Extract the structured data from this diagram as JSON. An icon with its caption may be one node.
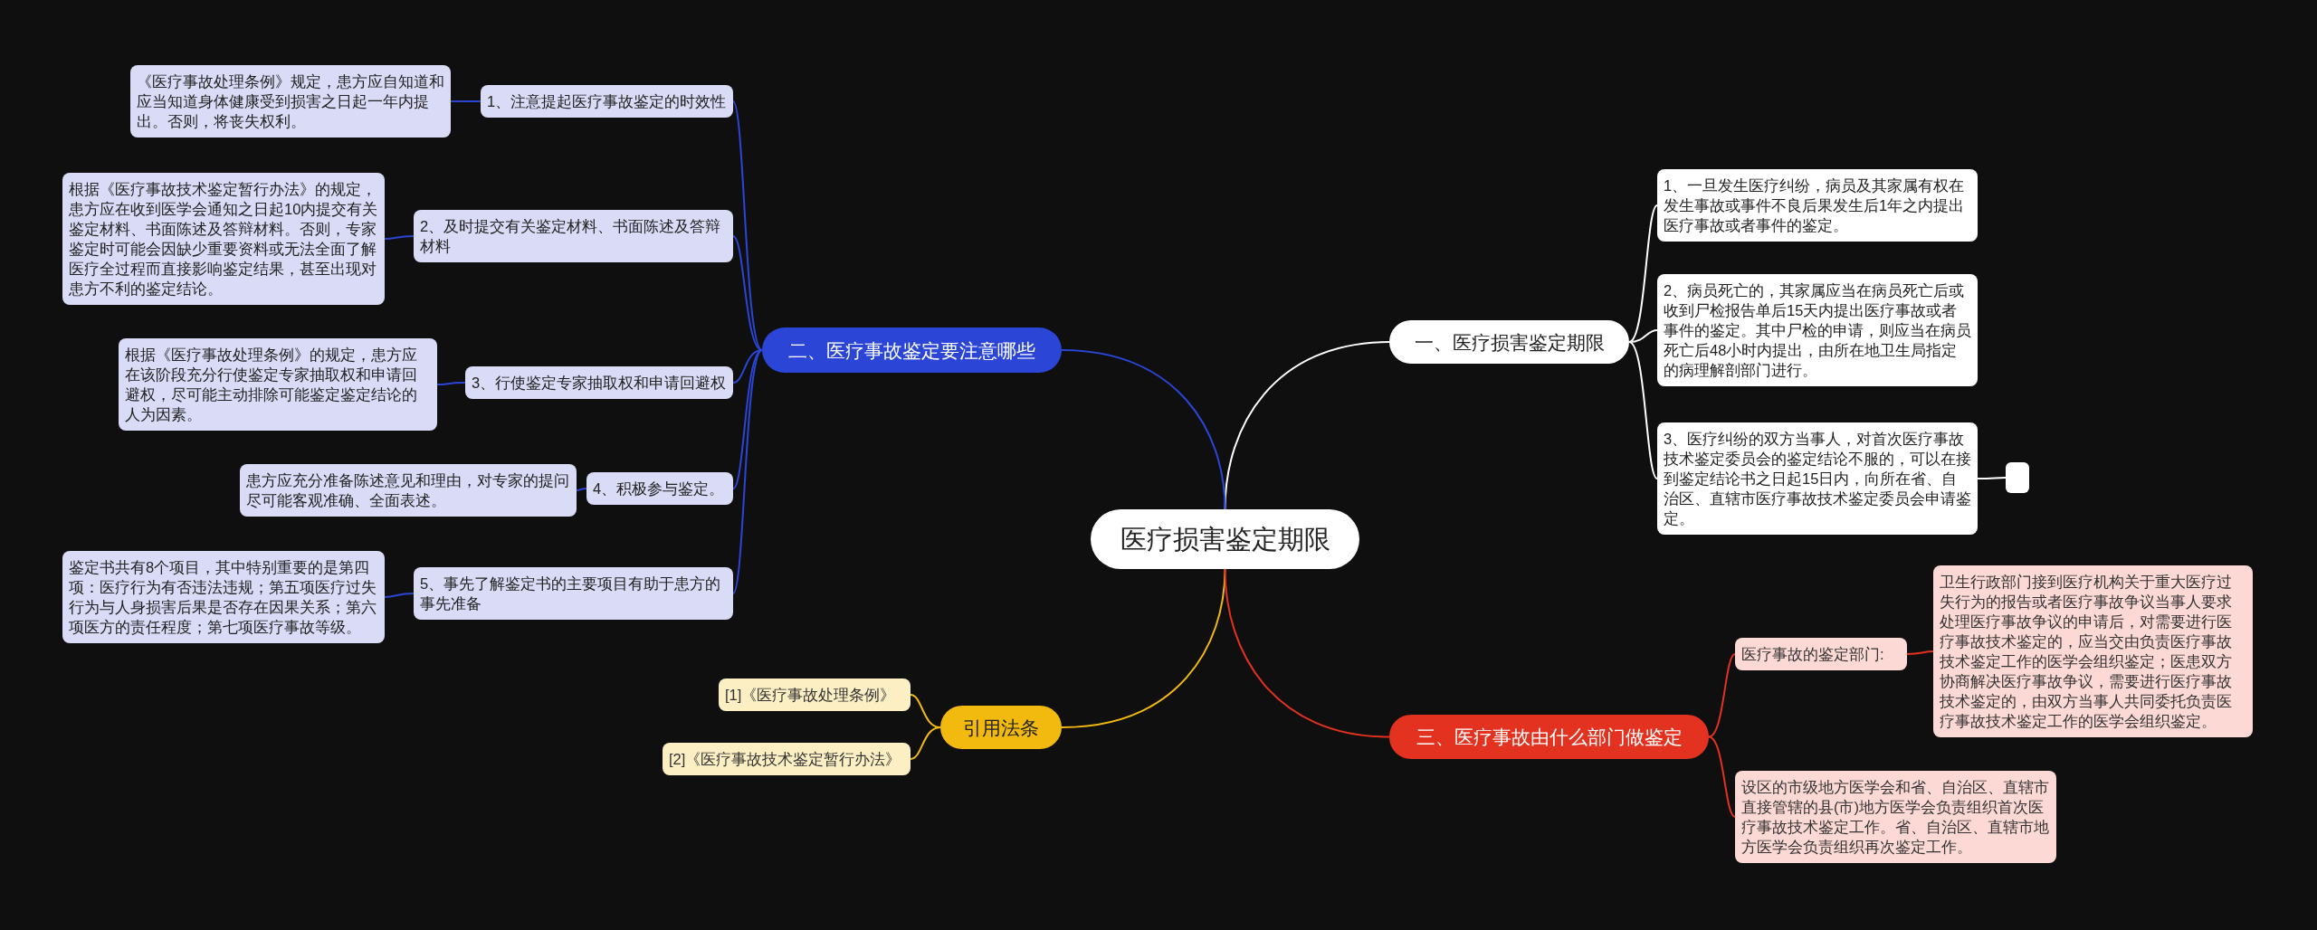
{
  "diagram": {
    "nodes": [
      {
        "text": [
          "医疗损害鉴定期限"
        ]
      },
      {
        "text": [
          "一、医疗损害鉴定期限"
        ]
      },
      {
        "text": [
          "1、一旦发生医疗纠纷，病员及其家属有权在发生事故或事件不良后果发生后1年之内提出医疗事故或者事件的鉴定。"
        ]
      },
      {
        "text": [
          "2、病员死亡的，其家属应当在病员死亡后或收到尸检报告单后15天内提出医疗事故或者事件的鉴定。其中尸检的申请，则应当在病员死亡后48小时内提出，由所在地卫生局指定的病理解剖部门进行。"
        ]
      },
      {
        "text": [
          "3、医疗纠纷的双方当事人，对首次医疗事故技术鉴定委员会的鉴定结论不服的，可以在接到鉴定结论书之日起15日内，向所在省、自治区、直辖市医疗事故技术鉴定委员会申请鉴定。"
        ]
      },
      {
        "text": [],
        "shape": "box"
      },
      {
        "text": [
          "二、医疗事故鉴定要注意哪些"
        ]
      },
      {
        "text": [
          "1、注意提起医疗事故鉴定的时效性"
        ]
      },
      {
        "text": [
          "《医疗事故处理条例》规定，患方应自知道和应当知道身体健康受到损害之日起一年内提出。否则，将丧失权利。"
        ]
      },
      {
        "text": [
          "2、及时提交有关鉴定材料、书面陈述及答辩材料"
        ]
      },
      {
        "text": [
          "根据《医疗事故技术鉴定暂行办法》的规定，患方应在收到医学会通知之日起10内提交有关鉴定材料、书面陈述及答辩材料。否则，专家鉴定时可能会因缺少重要资料或无法全面了解医疗全过程而直接影响鉴定结果，甚至出现对患方不利的鉴定结论。"
        ]
      },
      {
        "text": [
          "3、行使鉴定专家抽取权和申请回避权"
        ]
      },
      {
        "text": [
          "根据《医疗事故处理条例》的规定，患方应在该阶段充分行使鉴定专家抽取权和申请回避权，尽可能主动排除可能鉴定鉴定结论的人为因素。"
        ]
      },
      {
        "text": [
          "4、积极参与鉴定。"
        ]
      },
      {
        "text": [
          "患方应充分准备陈述意见和理由，对专家的提问尽可能客观准确、全面表述。"
        ]
      },
      {
        "text": [
          "5、事先了解鉴定书的主要项目有助于患方的事先准备"
        ]
      },
      {
        "text": [
          "鉴定书共有8个项目，其中特别重要的是第四项：医疗行为有否违法违规；第五项医疗过失行为与人身损害后果是否存在因果关系；第六项医方的责任程度；第七项医疗事故等级。"
        ]
      },
      {
        "text": [
          "引用法条"
        ]
      },
      {
        "text": [
          "[1]《医疗事故处理条例》"
        ]
      },
      {
        "text": [
          "[2]《医疗事故技术鉴定暂行办法》"
        ]
      },
      {
        "text": [
          "三、医疗事故由什么部门做鉴定"
        ]
      },
      {
        "text": [
          "医疗事故的鉴定部门:"
        ]
      },
      {
        "text": [
          "卫生行政部门接到医疗机构关于重大医疗过失行为的报告或者医疗事故争议当事人要求处理医疗事故争议的申请后，对需要进行医疗事故技术鉴定的，应当交由负责医疗事故技术鉴定工作的医学会组织鉴定；医患双方协商解决医疗事故争议，需要进行医疗事故技术鉴定的，由双方当事人共同委托负责医疗事故技术鉴定工作的医学会组织鉴定。"
        ]
      },
      {
        "text": [
          "设区的市级地方医学会和省、自治区、直辖市直接管辖的县(市)地方医学会负责组织首次医疗事故技术鉴定工作。省、自治区、直辖市地方医学会负责组织再次鉴定工作。"
        ]
      }
    ],
    "edges": [
      {
        "from": 0,
        "to": 1,
        "arrow": "none",
        "color": "#ffffff"
      },
      {
        "from": 1,
        "to": 2,
        "arrow": "none",
        "color": "#ffffff"
      },
      {
        "from": 1,
        "to": 3,
        "arrow": "none",
        "color": "#ffffff"
      },
      {
        "from": 1,
        "to": 4,
        "arrow": "none",
        "color": "#ffffff"
      },
      {
        "from": 4,
        "to": 5,
        "arrow": "none",
        "color": "#ffffff"
      },
      {
        "from": 0,
        "to": 6,
        "arrow": "none",
        "color": "#2b46d6"
      },
      {
        "from": 6,
        "to": 7,
        "arrow": "none",
        "color": "#2b46d6"
      },
      {
        "from": 7,
        "to": 8,
        "arrow": "none",
        "color": "#2b46d6"
      },
      {
        "from": 6,
        "to": 9,
        "arrow": "none",
        "color": "#2b46d6"
      },
      {
        "from": 9,
        "to": 10,
        "arrow": "none",
        "color": "#2b46d6"
      },
      {
        "from": 6,
        "to": 11,
        "arrow": "none",
        "color": "#2b46d6"
      },
      {
        "from": 11,
        "to": 12,
        "arrow": "none",
        "color": "#2b46d6"
      },
      {
        "from": 6,
        "to": 13,
        "arrow": "none",
        "color": "#2b46d6"
      },
      {
        "from": 13,
        "to": 14,
        "arrow": "none",
        "color": "#2b46d6"
      },
      {
        "from": 6,
        "to": 15,
        "arrow": "none",
        "color": "#2b46d6"
      },
      {
        "from": 15,
        "to": 16,
        "arrow": "none",
        "color": "#2b46d6"
      },
      {
        "from": 0,
        "to": 17,
        "arrow": "none",
        "color": "#f2b90f"
      },
      {
        "from": 17,
        "to": 18,
        "arrow": "none",
        "color": "#f2b90f"
      },
      {
        "from": 17,
        "to": 19,
        "arrow": "none",
        "color": "#f2b90f"
      },
      {
        "from": 0,
        "to": 20,
        "arrow": "none",
        "color": "#e3321f"
      },
      {
        "from": 20,
        "to": 21,
        "arrow": "none",
        "color": "#e3321f"
      },
      {
        "from": 21,
        "to": 22,
        "arrow": "none",
        "color": "#e3321f"
      },
      {
        "from": 20,
        "to": 23,
        "arrow": "none",
        "color": "#e3321f"
      }
    ]
  }
}
